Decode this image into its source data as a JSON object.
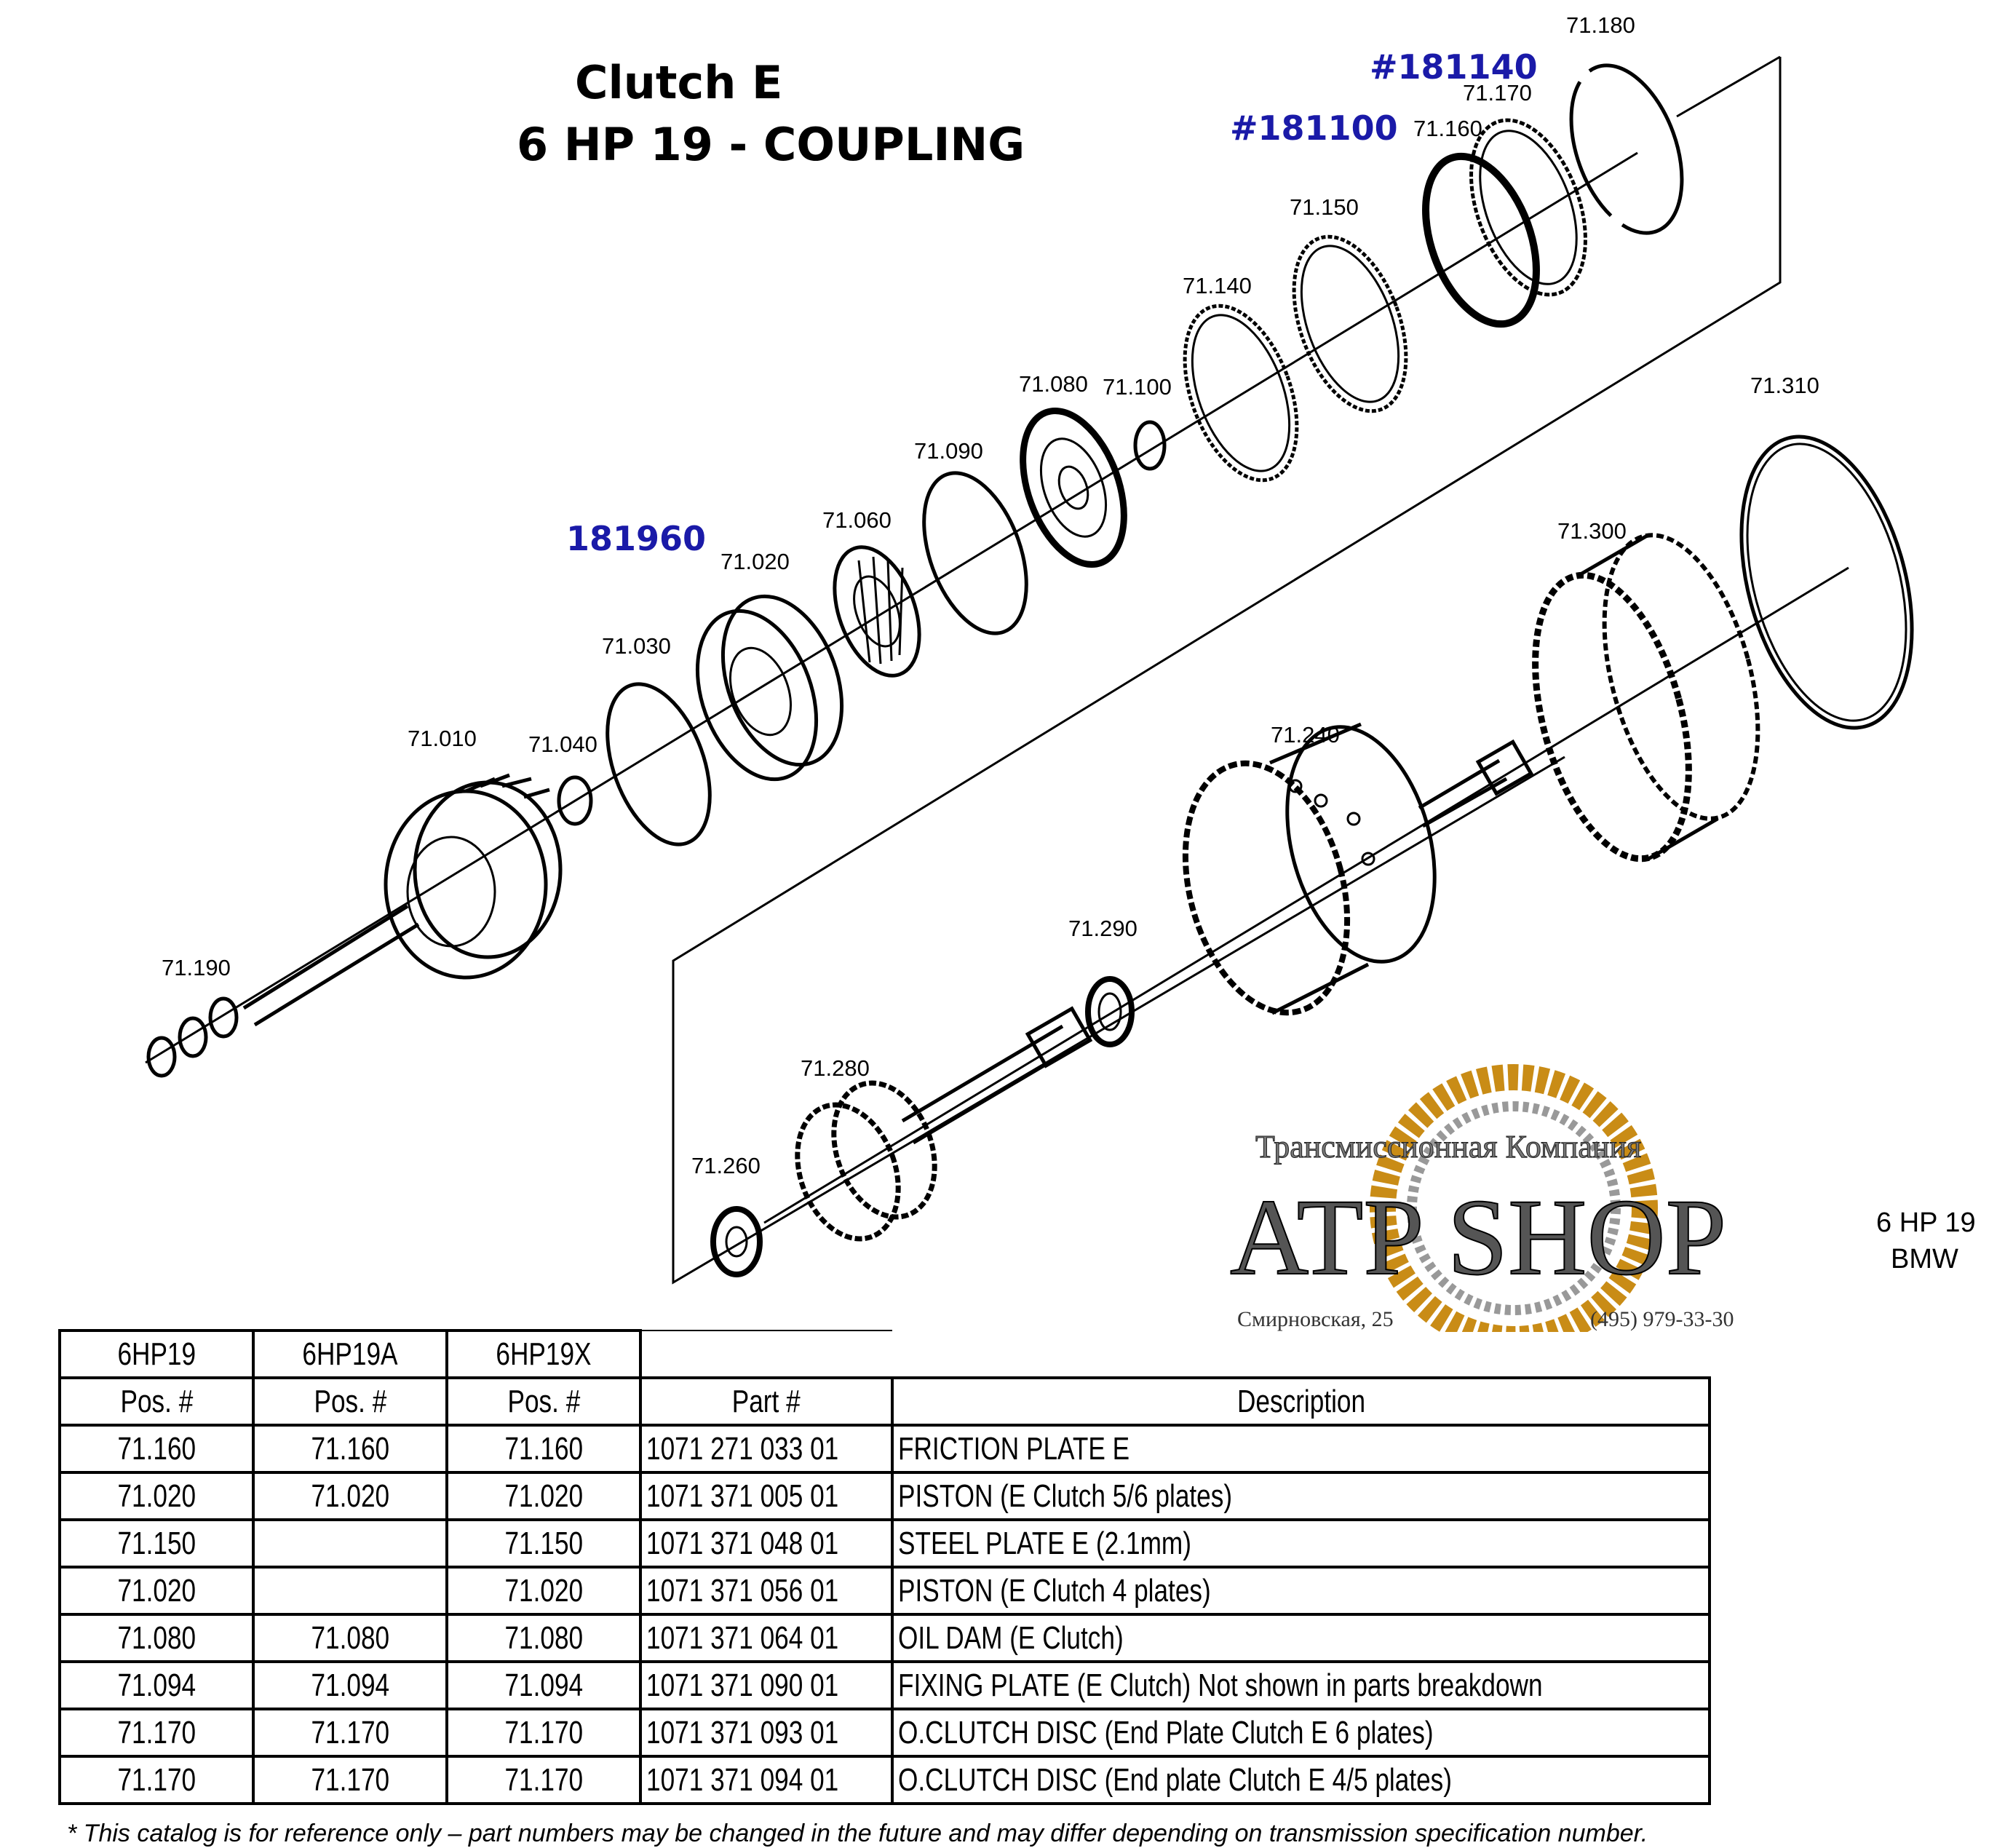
{
  "title": {
    "line1": "Clutch E",
    "line2": "6 HP 19 - COUPLING"
  },
  "references": {
    "ref_181140": "#181140",
    "ref_181100": "#181100",
    "ref_181960": "181960"
  },
  "part_labels": {
    "p71010": "71.010",
    "p71020": "71.020",
    "p71030": "71.030",
    "p71040": "71.040",
    "p71060": "71.060",
    "p71080": "71.080",
    "p71090": "71.090",
    "p71100": "71.100",
    "p71140": "71.140",
    "p71150": "71.150",
    "p71160": "71.160",
    "p71170": "71.170",
    "p71180": "71.180",
    "p71190": "71.190",
    "p71240": "71.240",
    "p71260": "71.260",
    "p71280": "71.280",
    "p71290": "71.290",
    "p71300": "71.300",
    "p71310": "71.310"
  },
  "side_note": {
    "model": "6 HP 19",
    "make": "BMW"
  },
  "watermark": {
    "company": "Трансмиссионная Компания",
    "brand": "ATP SHOP",
    "address": "Смирновская, 25",
    "phone": "(495) 979-33-30"
  },
  "table": {
    "model_headers": [
      "6HP19",
      "6HP19A",
      "6HP19X"
    ],
    "headers": [
      "Pos. #",
      "Pos. #",
      "Pos. #",
      "Part #",
      "Description"
    ],
    "rows": [
      [
        "71.160",
        "71.160",
        "71.160",
        "1071 271 033 01",
        "FRICTION PLATE E"
      ],
      [
        "71.020",
        "71.020",
        "71.020",
        "1071 371 005 01",
        "PISTON (E Clutch 5/6 plates)"
      ],
      [
        "71.150",
        "",
        "71.150",
        "1071 371 048 01",
        "STEEL PLATE E (2.1mm)"
      ],
      [
        "71.020",
        "",
        "71.020",
        "1071 371 056 01",
        "PISTON (E Clutch 4 plates)"
      ],
      [
        "71.080",
        "71.080",
        "71.080",
        "1071 371 064 01",
        "OIL DAM (E Clutch)"
      ],
      [
        "71.094",
        "71.094",
        "71.094",
        "1071 371 090 01",
        "FIXING PLATE (E Clutch) Not shown in parts breakdown"
      ],
      [
        "71.170",
        "71.170",
        "71.170",
        "1071 371 093 01",
        "O.CLUTCH DISC (End Plate Clutch E 6 plates)"
      ],
      [
        "71.170",
        "71.170",
        "71.170",
        "1071 371 094 01",
        "O.CLUTCH DISC (End plate Clutch E 4/5 plates)"
      ]
    ]
  },
  "footnote": "*  This catalog is for reference only – part numbers may be changed in the future and may differ depending on transmission specification number."
}
